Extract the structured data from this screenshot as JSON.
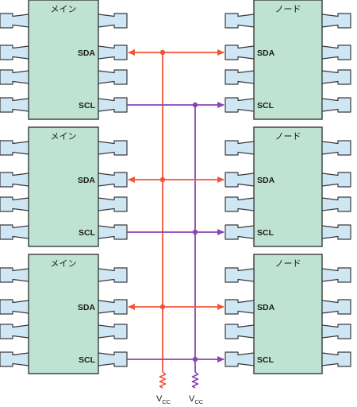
{
  "diagram": {
    "rows": [
      {
        "main": {
          "title": "メイン",
          "sda": "SDA",
          "scl": "SCL"
        },
        "node": {
          "title": "ノード",
          "sda": "SDA",
          "scl": "SCL"
        }
      },
      {
        "main": {
          "title": "メイン",
          "sda": "SDA",
          "scl": "SCL"
        },
        "node": {
          "title": "ノード",
          "sda": "SDA",
          "scl": "SCL"
        }
      },
      {
        "main": {
          "title": "メイン",
          "sda": "SDA",
          "scl": "SCL"
        },
        "node": {
          "title": "ノード",
          "sda": "SDA",
          "scl": "SCL"
        }
      }
    ],
    "pullups": [
      {
        "label": "V",
        "sub": "CC"
      },
      {
        "label": "V",
        "sub": "CC"
      }
    ],
    "colors": {
      "chip_fill": "#bfe3d3",
      "chip_stroke": "#3a3a3a",
      "pin_fill": "#cfe6f5",
      "sda_line": "#f0553a",
      "scl_line": "#8a44b5"
    }
  }
}
